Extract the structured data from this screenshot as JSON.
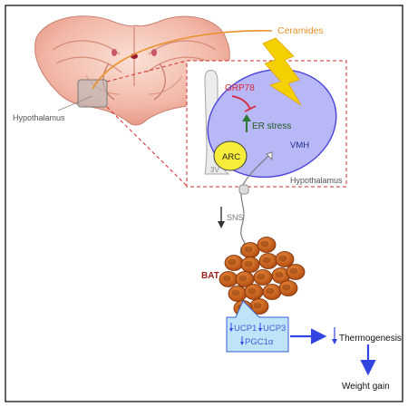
{
  "labels": {
    "ceramides": "Ceramides",
    "hypothalamus_brain": "Hypothalamus",
    "grp78": "GRP78",
    "er_stress": "ER stress",
    "vmh": "VMH",
    "arc": "ARC",
    "third_ventricle": "3V",
    "hypothalamus_inset": "Hypothalamus",
    "sns": "SNS",
    "bat": "BAT",
    "ucp1": "UCP1",
    "ucp3": "UCP3",
    "pgc1a": "PGC1α",
    "thermogenesis": "Thermogenesis",
    "weight_gain": "Weight gain"
  },
  "icons": {
    "ceramide_signal": "lightning-bolt-icon",
    "inhibition": "inhibition-bar-icon",
    "increase": "up-arrow-icon",
    "decrease": "down-arrow-icon"
  },
  "colors": {
    "ceramides_orange": "#e8912a",
    "lightning_yellow": "#f4d000",
    "grp78_red": "#d9263b",
    "er_green": "#2c7a32",
    "vmh_fill": "#b9b8f7",
    "vmh_stroke": "#4a46d8",
    "arc_yellow": "#f6ec3a",
    "inset_dash_red": "#d52b2b",
    "bat_red": "#9a1e1e",
    "bat_cell": "#d2691e",
    "callout_blue": "#3b5fd6",
    "callout_fill": "#bfe3f8",
    "arrow_blue": "#3345e0",
    "brain_pink": "#f2b8a8"
  }
}
